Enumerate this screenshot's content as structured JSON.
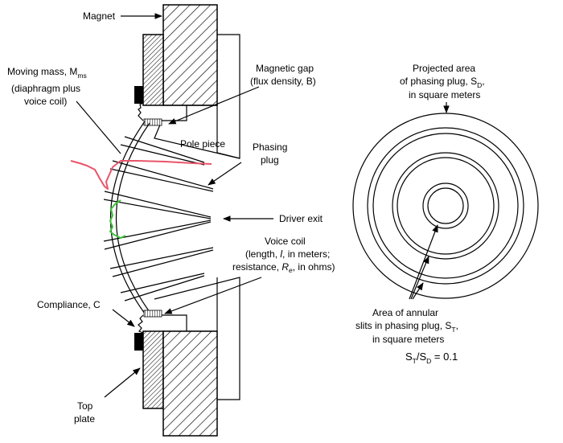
{
  "labels": {
    "magnet": "Magnet",
    "moving_mass_line1": "Moving mass, M",
    "moving_mass_sub": "ms",
    "moving_mass_line2": "(diaphragm plus",
    "moving_mass_line3": "voice coil)",
    "magnetic_gap_line1": "Magnetic gap",
    "magnetic_gap_line2": "(flux density, B)",
    "pole_piece": "Pole piece",
    "phasing_plug_line1": "Phasing",
    "phasing_plug_line2": "plug",
    "driver_exit": "Driver exit",
    "voice_coil_line1": "Voice coil",
    "voice_coil_line2a": "(length, ",
    "voice_coil_line2b": "l",
    "voice_coil_line2c": ", in meters;",
    "voice_coil_line3a": "resistance, ",
    "voice_coil_line3b": "R",
    "voice_coil_line3c": "e",
    "voice_coil_line3d": ", in ohms)",
    "compliance": "Compliance, C",
    "top_plate_line1": "Top",
    "top_plate_line2": "plate",
    "projected_line1": "Projected area",
    "projected_line2a": "of phasing plug, S",
    "projected_line2b": "D",
    "projected_line2c": ",",
    "projected_line3": "in square meters",
    "annular_line1": "Area of annular",
    "annular_line2a": "slits in phasing plug, S",
    "annular_line2b": "T",
    "annular_line2c": ",",
    "annular_line3": "in square meters",
    "ratio_s1": "S",
    "ratio_t": "T",
    "ratio_slash": "/S",
    "ratio_d": "D",
    "ratio_value": " = 0.1"
  },
  "colors": {
    "ink": "#000000",
    "red_annotation": "#e8556a",
    "green_annotation": "#3fc23a"
  }
}
